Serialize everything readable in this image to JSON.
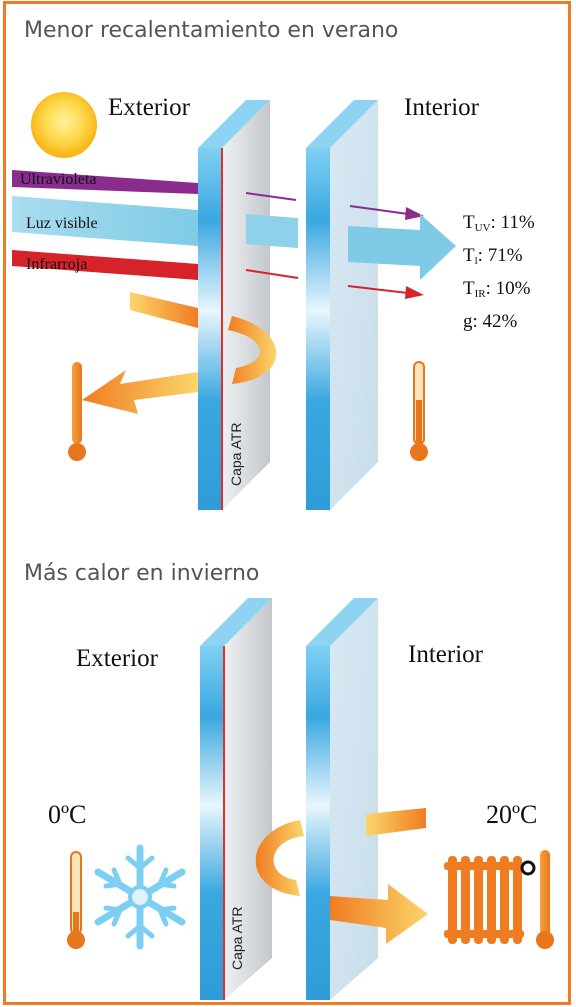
{
  "summer": {
    "title": "Menor recalentamiento en verano",
    "exterior": "Exterior",
    "interior": "Interior",
    "layer": "Capa ATR",
    "rays": {
      "uv": "Ultravioleta",
      "visible": "Luz visible",
      "ir": "Infrarroja"
    },
    "stats": {
      "tuv_base": "T",
      "tuv_sub": "UV",
      "tuv_val": ": 11%",
      "tl_base": "T",
      "tl_sub": "l",
      "tl_val": ": 71%",
      "tir_base": "T",
      "tir_sub": "IR",
      "tir_val": ": 10%",
      "g": "g: 42%"
    }
  },
  "winter": {
    "title": "Más calor en invierno",
    "exterior": "Exterior",
    "interior": "Interior",
    "layer": "Capa ATR",
    "temp_out": "0ºC",
    "temp_in": "20ºC"
  },
  "colors": {
    "frame": "#f07c22",
    "uv": "#8a2b8e",
    "visible": "#7fcbe6",
    "ir": "#d6232a",
    "heat": "#f28c28",
    "glass": "#45b3e6",
    "atr_line": "#e0302a"
  }
}
